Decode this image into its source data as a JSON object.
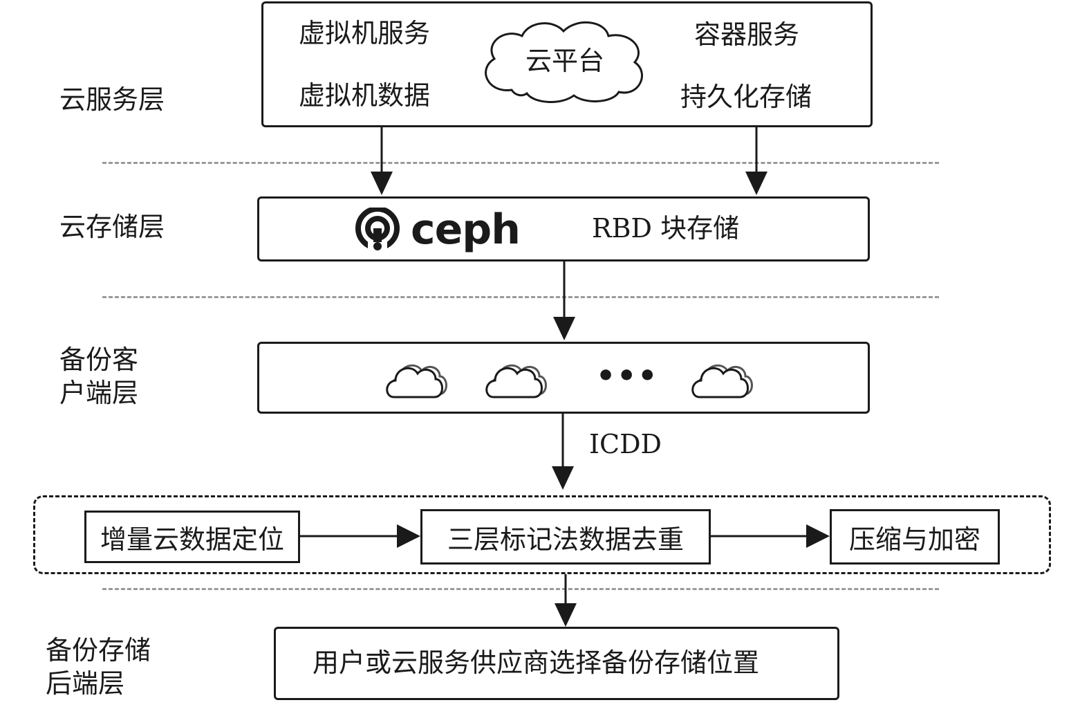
{
  "layers": [
    {
      "id": "cloud_service",
      "label": "云服务层"
    },
    {
      "id": "cloud_storage",
      "label": "云存储层"
    },
    {
      "id": "backup_client",
      "label": "备份客\n户端层"
    },
    {
      "id": "backup_storage",
      "label": "备份存储\n后端层"
    }
  ],
  "cloud_service_box": {
    "vm_service": "虚拟机服务",
    "container_service": "容器服务",
    "cloud_platform": "云平台",
    "vm_data": "虚拟机数据",
    "persistent_storage": "持久化存储"
  },
  "cloud_storage_box": {
    "logo_text": "ceph",
    "logo_icon": "ceph-logo-icon",
    "rbd_label": "RBD 块存储"
  },
  "backup_client_box": {
    "client_icon": "cloud-icon",
    "ellipsis": "•••"
  },
  "arrow_label": "ICDD",
  "processing_steps": [
    "增量云数据定位",
    "三层标记法数据去重",
    "压缩与加密"
  ],
  "backup_storage_box": {
    "text": "用户或云服务供应商选择备份存储位置"
  },
  "colors": {
    "stroke": "#1a1a1a",
    "separator": "#9a9a9a",
    "background": "#ffffff"
  }
}
